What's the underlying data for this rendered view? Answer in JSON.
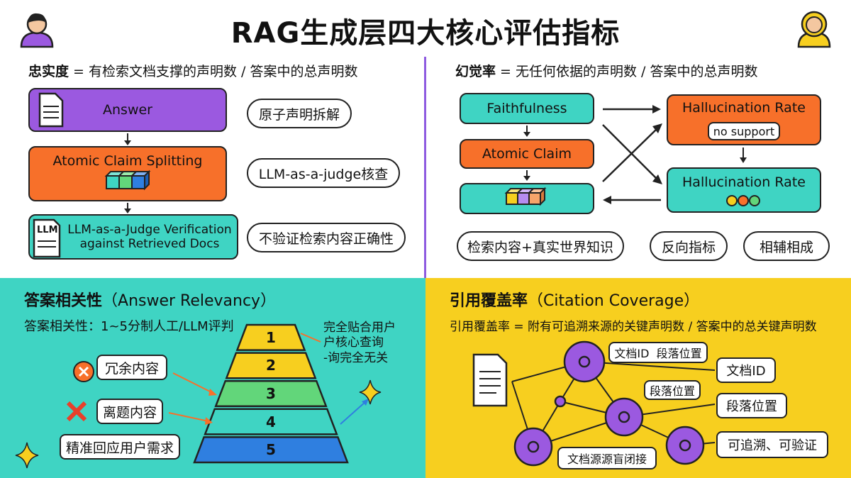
{
  "title": "RAG生成层四大核心评估指标",
  "faithfulness": {
    "formula_term": "忠实度",
    "formula_rest": " = 有检索文档支撑的声明数 / 答案中的总声明数",
    "steps": [
      "Answer",
      "Atomic Claim Splitting",
      "LLM-as-a-Judge Verification\nagainst Retrieved Docs"
    ],
    "llm_icon_text": "LLM",
    "notes": [
      "原子声明拆解",
      "LLM-as-a-judge核查",
      "不验证检索内容正确性"
    ],
    "colors": {
      "purple": "#9b59e0",
      "orange": "#f7702a",
      "teal": "#3fd4c3"
    }
  },
  "hallucination": {
    "formula_term": "幻觉率",
    "formula_rest": " = 无任何依据的声明数 / 答案中的总声明数",
    "left_boxes": [
      "Faithfulness",
      "Atomic Claim"
    ],
    "right_top": "Hallucination Rate",
    "no_support": "no support",
    "right_bottom": "Hallucination Rate",
    "pills": [
      "检索内容+真实世界知识",
      "反向指标",
      "相辅相成"
    ]
  },
  "relevancy": {
    "heading": "答案相关性",
    "heading_en": "（Answer Relevancy）",
    "subtitle": "答案相关性：1~5分制人工/LLM评判",
    "tiers": [
      "1",
      "2",
      "3",
      "4",
      "5"
    ],
    "tier_colors": [
      "#f7cf1f",
      "#f7cf1f",
      "#62d67a",
      "#3fd4c3",
      "#2f7fe0"
    ],
    "side_text": [
      "完全贴合用户",
      "户核心查询",
      "-询完全无关"
    ],
    "items": [
      "冗余内容",
      "离题内容",
      "精准回应用户需求"
    ]
  },
  "citation": {
    "heading": "引用覆盖率",
    "heading_en": "（Citation Coverage）",
    "formula": "引用覆盖率 = 附有可追溯来源的关键声明数 / 答案中的总关键声明数",
    "tags": [
      "文档ID  段落位置",
      "文档ID",
      "段落位置",
      "段落位置",
      "可追溯、可验证",
      "文档源源盲闭接"
    ]
  }
}
